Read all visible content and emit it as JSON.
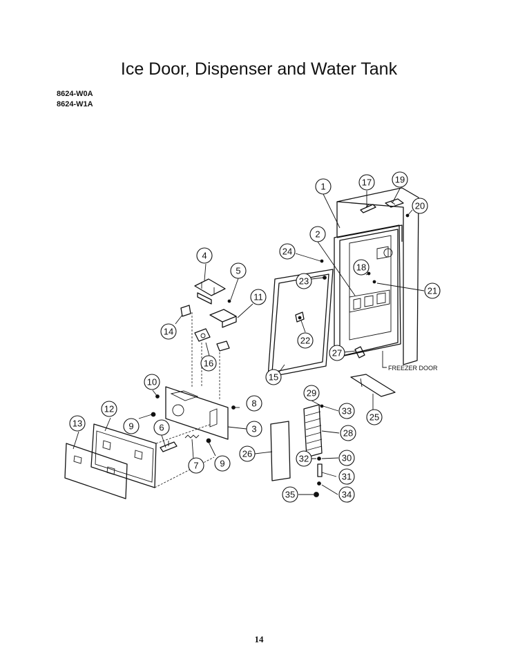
{
  "page": {
    "title": "Ice Door, Dispenser and Water Tank",
    "models": [
      "8624-W0A",
      "8624-W1A"
    ],
    "page_number": "14"
  },
  "diagram": {
    "labels": {
      "freezer_door": "FREEZER DOOR"
    },
    "callouts": [
      "1",
      "2",
      "3",
      "4",
      "5",
      "6",
      "7",
      "8",
      "9",
      "9",
      "10",
      "11",
      "12",
      "13",
      "14",
      "15",
      "16",
      "17",
      "18",
      "19",
      "20",
      "21",
      "22",
      "23",
      "24",
      "25",
      "26",
      "27",
      "28",
      "29",
      "30",
      "31",
      "32",
      "33",
      "34",
      "35"
    ]
  }
}
